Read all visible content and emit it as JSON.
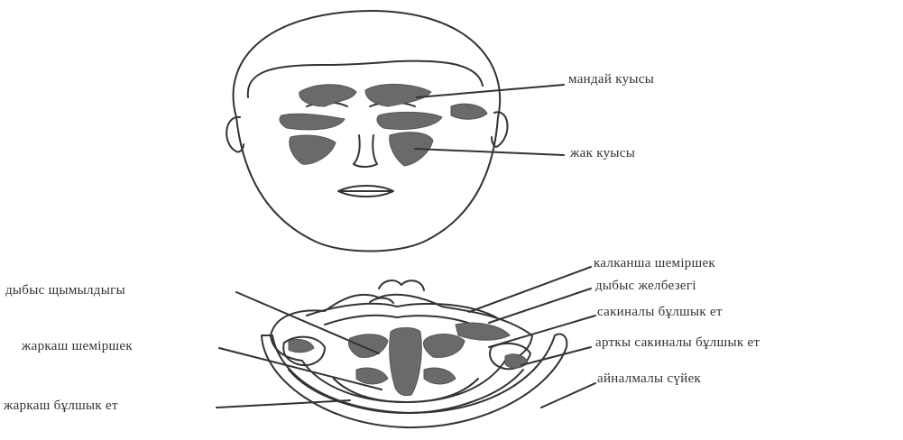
{
  "face_labels": {
    "frontal_sinus": "мандай куысы",
    "maxillary_sinus": "жак куысы"
  },
  "larynx_labels": {
    "vocal_fold": "дыбыс щымылдыгы",
    "arytenoid_cartilage": "жаркаш шеміршек",
    "arytenoid_muscle": "жаркаш бұлшык ет",
    "thyroid_cartilage": "калканша шеміршек",
    "vocal_cord": "дыбыс желбезегі",
    "ring_muscle": "сакиналы бұлшык ет",
    "posterior_ring_muscle": "арткы сакиналы бұлшык ет",
    "hyoid_bone": "айналмалы сүйек"
  },
  "colors": {
    "ink": "#333333",
    "fill": "#6a6a6a"
  }
}
